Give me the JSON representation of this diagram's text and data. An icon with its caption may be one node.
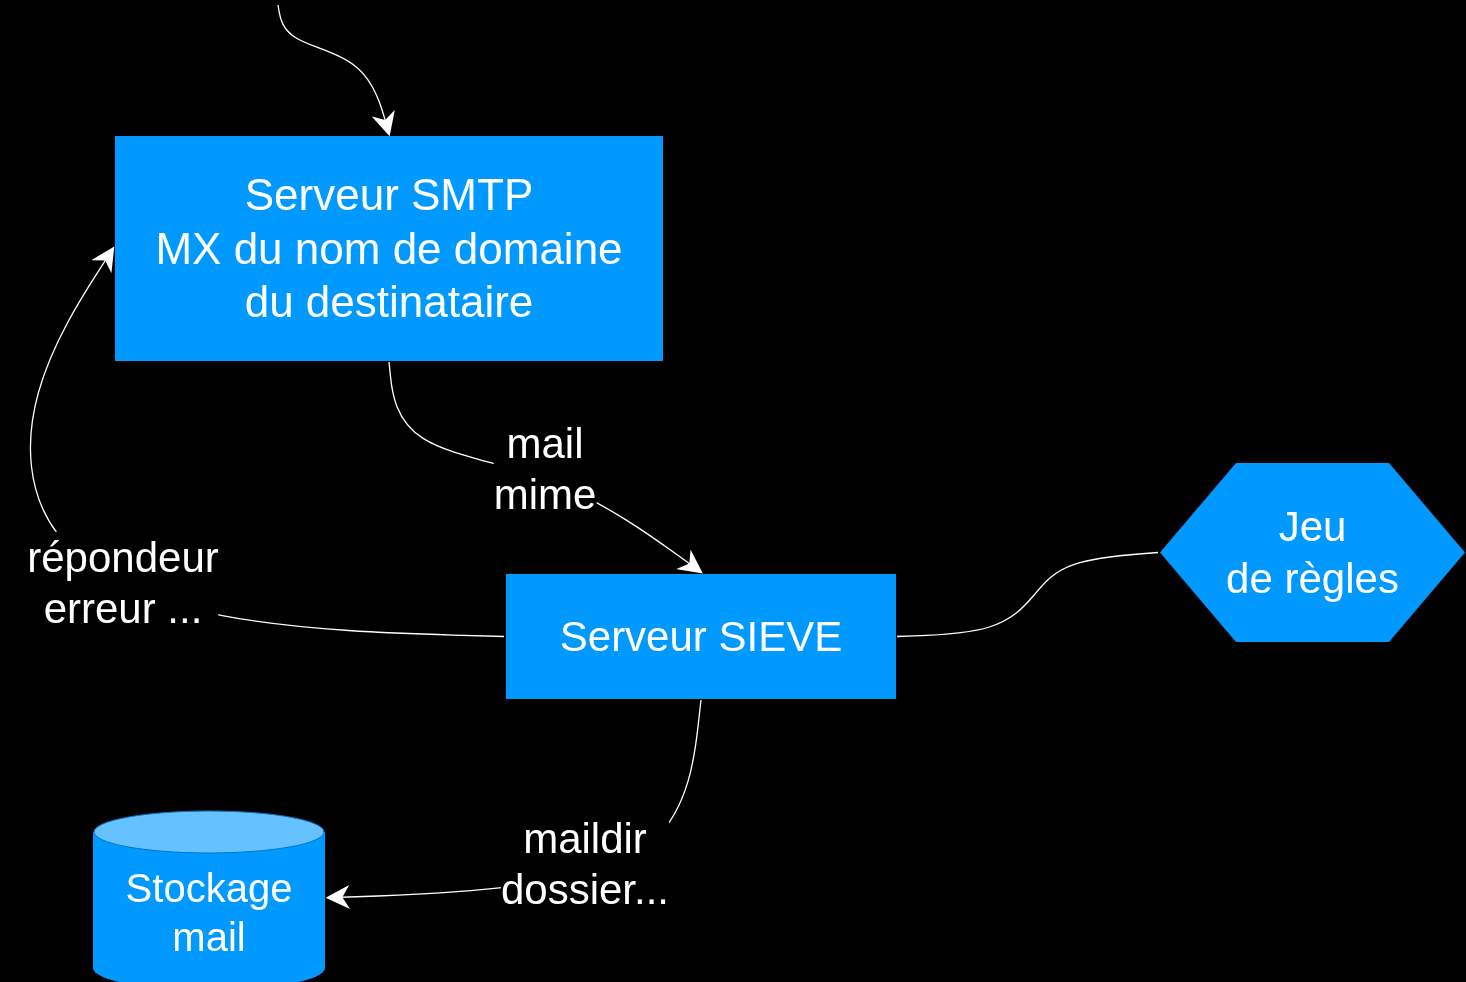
{
  "diagram": {
    "nodes": [
      {
        "text": [
          "Serveur SMTP MX du nom de domaine du destinataire"
        ]
      },
      {
        "text": [
          "Serveur SIEVE"
        ]
      },
      {
        "text": [
          "Jeu de règles"
        ]
      },
      {
        "text": [
          "Stockage mail"
        ]
      }
    ],
    "edges": [
      {
        "from": null,
        "to": 0,
        "arrow": "to"
      },
      {
        "from": 0,
        "to": 1,
        "arrow": "to",
        "label": "mail mime"
      },
      {
        "from": 1,
        "to": 0,
        "arrow": "to",
        "label": "répondeur erreur ..."
      },
      {
        "from": 1,
        "to": 2,
        "arrow": "none"
      },
      {
        "from": 1,
        "to": 3,
        "arrow": "to",
        "label": "maildir dossier..."
      }
    ]
  }
}
